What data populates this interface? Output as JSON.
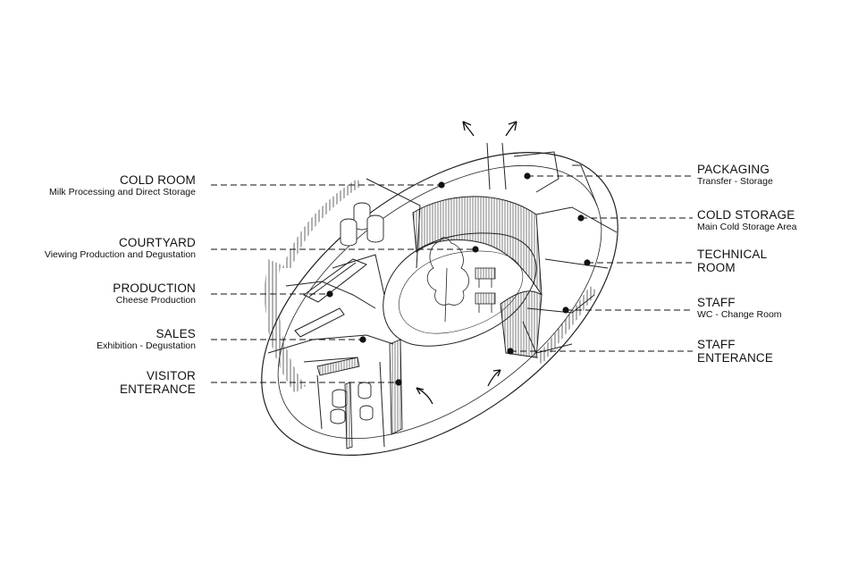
{
  "labels": {
    "cold_room": {
      "title": "COLD ROOM",
      "sub": "Milk Processing and Direct Storage"
    },
    "courtyard": {
      "title": "COURTYARD",
      "sub": "Viewing Production and Degustation"
    },
    "production": {
      "title": "PRODUCTION",
      "sub": "Cheese Production"
    },
    "sales": {
      "title": "SALES",
      "sub": "Exhibition - Degustation"
    },
    "visitor_entrance": {
      "title1": "VISITOR",
      "title2": "ENTERANCE"
    },
    "packaging": {
      "title": "PACKAGING",
      "sub": "Transfer - Storage"
    },
    "cold_storage": {
      "title": "COLD STORAGE",
      "sub": "Main Cold Storage Area"
    },
    "technical_room": {
      "title1": "TECHNICAL",
      "title2": "ROOM"
    },
    "staff": {
      "title": "STAFF",
      "sub": "WC - Change Room"
    },
    "staff_entrance": {
      "title1": "STAFF",
      "title2": "ENTERANCE"
    }
  },
  "colors": {
    "ink": "#111111",
    "background": "#ffffff"
  }
}
